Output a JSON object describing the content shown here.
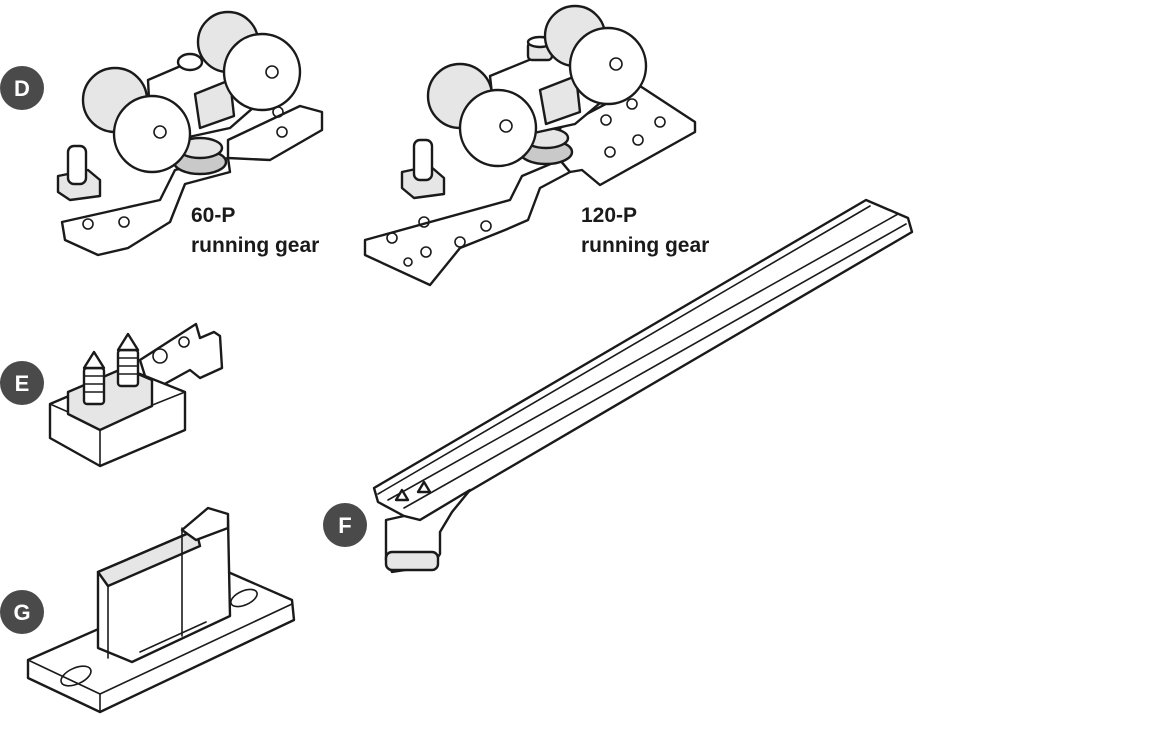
{
  "badges": {
    "d": "D",
    "e": "E",
    "f": "F",
    "g": "G"
  },
  "captions": {
    "gear_60_line1": "60-P",
    "gear_60_line2": "running gear",
    "gear_120_line1": "120-P",
    "gear_120_line2": "running gear"
  },
  "colors": {
    "badge_fill": "#4a4a4a",
    "line": "#1a1a1a",
    "background": "#ffffff"
  }
}
